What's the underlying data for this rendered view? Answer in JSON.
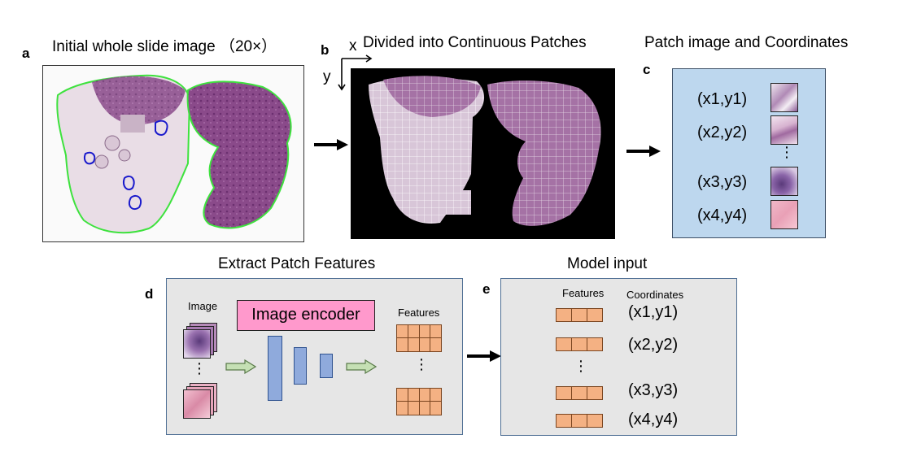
{
  "panel_a": {
    "letter": "a",
    "title": "Initial whole slide image （20×）"
  },
  "panel_b": {
    "letter": "b",
    "title": "Divided into Continuous Patches",
    "axis_x": "x",
    "axis_y": "y"
  },
  "panel_c": {
    "letter": "c",
    "title": "Patch image and Coordinates",
    "coords": [
      "(x1,y1)",
      "(x2,y2)",
      "(x3,y3)",
      "(x4,y4)"
    ],
    "ellipsis": "⋮"
  },
  "panel_d": {
    "letter": "d",
    "title": "Extract Patch Features",
    "image_label": "Image",
    "encoder_label": "Image encoder",
    "features_label": "Features",
    "ellipsis": "⋮"
  },
  "panel_e": {
    "letter": "e",
    "title": "Model input",
    "features_header": "Features",
    "coordinates_header": "Coordinates",
    "coords": [
      "(x1,y1)",
      "(x2,y2)",
      "(x3,y3)",
      "(x4,y4)"
    ],
    "ellipsis": "⋮"
  },
  "colors": {
    "tissue": "#8a4a8a",
    "tissue_dark": "#6b2f6f",
    "outline_green": "#3ee23e",
    "outline_blue": "#1a1acc",
    "feature": "#f4b183",
    "encoder": "#ff99cc",
    "layer": "#8faadc",
    "panel_c_bg": "#bdd7ee",
    "panel_de_bg": "#e6e6e6"
  }
}
